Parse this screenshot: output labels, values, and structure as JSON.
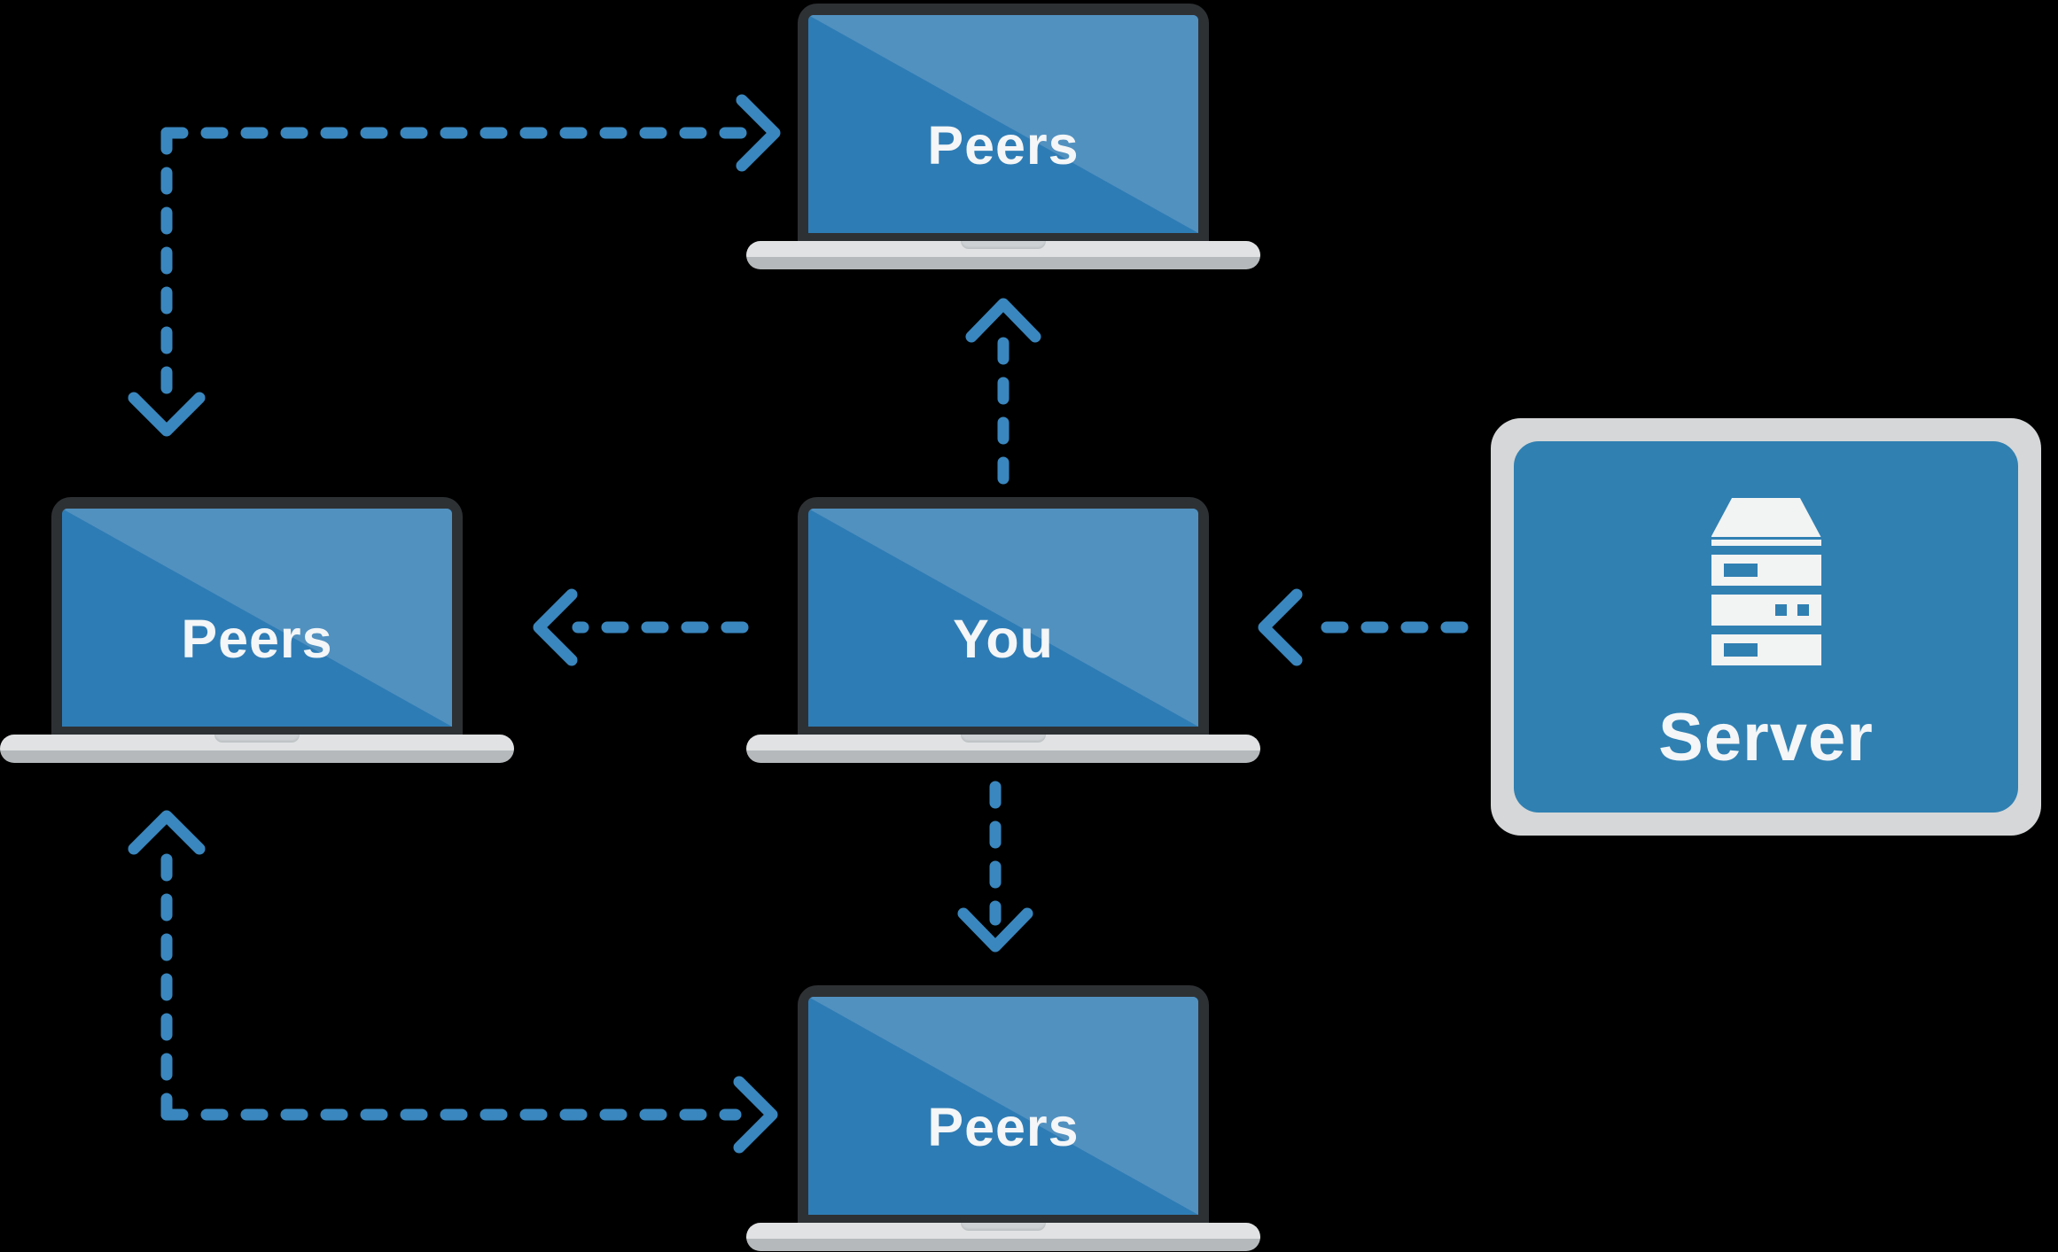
{
  "diagram": {
    "type": "p2p-network-diagram",
    "nodes": {
      "peers_top": {
        "label": "Peers",
        "kind": "laptop"
      },
      "peers_left": {
        "label": "Peers",
        "kind": "laptop"
      },
      "you": {
        "label": "You",
        "kind": "laptop"
      },
      "peers_bottom": {
        "label": "Peers",
        "kind": "laptop"
      },
      "server": {
        "label": "Server",
        "kind": "monitor",
        "icon": "server-rack-icon"
      }
    },
    "edges": [
      {
        "from": "peers_left",
        "to": "peers_top",
        "style": "dashed-elbow",
        "bidirectional": true
      },
      {
        "from": "peers_left",
        "to": "peers_bottom",
        "style": "dashed-elbow",
        "bidirectional": true
      },
      {
        "from": "you",
        "to": "peers_top",
        "style": "dashed",
        "bidirectional": false
      },
      {
        "from": "you",
        "to": "peers_bottom",
        "style": "dashed",
        "bidirectional": false
      },
      {
        "from": "you",
        "to": "peers_left",
        "style": "dashed",
        "bidirectional": false
      },
      {
        "from": "server",
        "to": "you",
        "style": "dashed",
        "bidirectional": false
      }
    ],
    "colors": {
      "background": "#000000",
      "bezel": "#2e3134",
      "screen_dark": "#2e7cb5",
      "screen_light": "#5191c0",
      "base_light": "#e0e2e3",
      "base_dark": "#b5b9bb",
      "notch": "#cdd1d3",
      "server_frame": "#d5d7d8",
      "server_blue": "#3080b2",
      "icon_white": "#f2f3f3",
      "arrow": "#3a87bf",
      "label_text": "#f4f6f7"
    }
  }
}
